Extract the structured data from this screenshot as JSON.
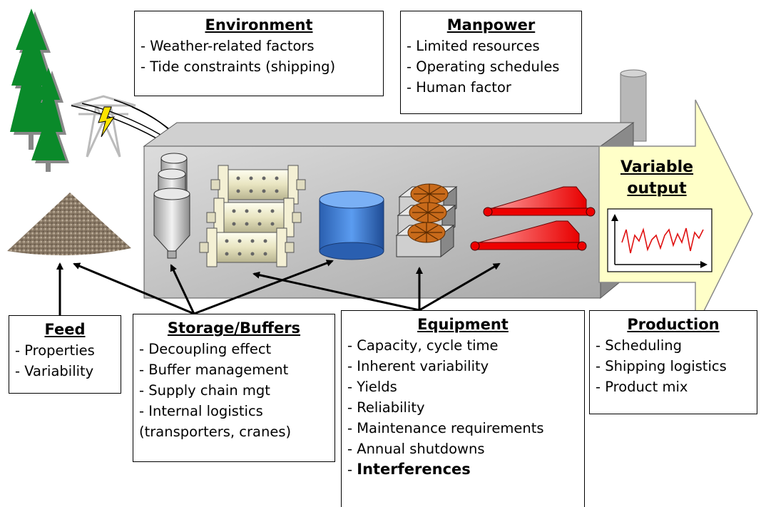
{
  "environment": {
    "title": "Environment",
    "items": [
      "- Weather-related factors",
      "- Tide constraints (shipping)"
    ]
  },
  "manpower": {
    "title": "Manpower",
    "items": [
      "- Limited resources",
      "- Operating schedules",
      "- Human factor"
    ]
  },
  "variable_output": {
    "title_line1": "Variable",
    "title_line2": "output"
  },
  "feed": {
    "title": "Feed",
    "items": [
      "- Properties",
      "- Variability"
    ]
  },
  "storage": {
    "title": "Storage/Buffers",
    "items": [
      "- Decoupling effect",
      "- Buffer management",
      "- Supply chain mgt",
      "- Internal logistics",
      "(transporters, cranes)"
    ]
  },
  "equipment": {
    "title": "Equipment",
    "items": [
      "- Capacity, cycle time",
      "- Inherent variability",
      "- Yields",
      "- Reliability",
      "- Maintenance requirements",
      "- Annual shutdowns"
    ],
    "last_prefix": "- ",
    "last_item": "Interferences"
  },
  "production": {
    "title": "Production",
    "items": [
      "- Scheduling",
      "- Shipping logistics",
      "- Product mix"
    ]
  },
  "colors": {
    "factory_front": "#c8c8c8",
    "tank_blue": "#3a78c8",
    "arrow_fill": "#ffffc8",
    "chart_line": "#e01010",
    "tree_green": "#0a8a2a"
  }
}
